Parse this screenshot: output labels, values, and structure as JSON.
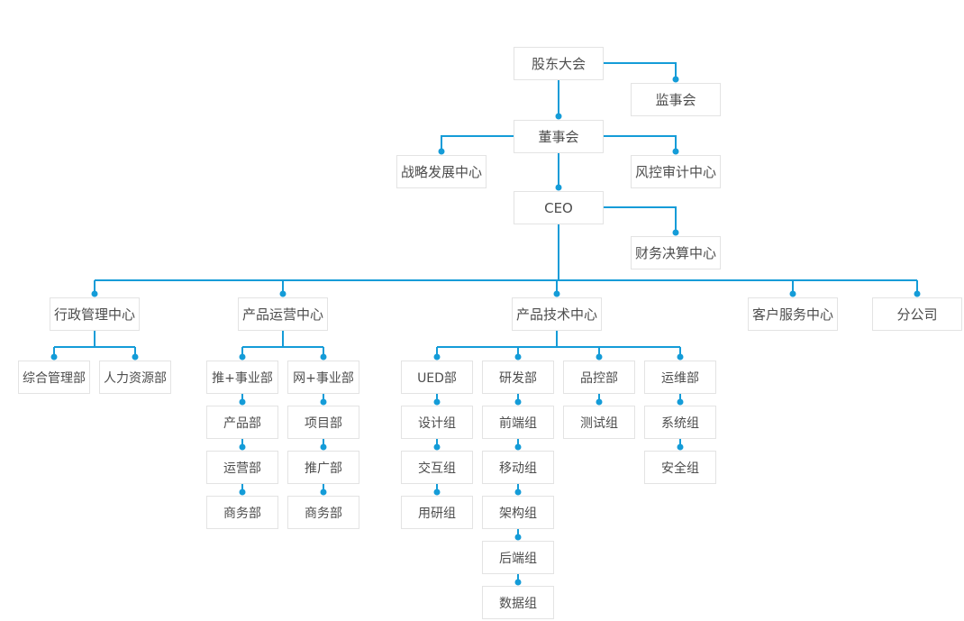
{
  "diagram_type": "org-chart",
  "colors": {
    "connector_line": "#149cd8",
    "connector_dot": "#149cd8",
    "box_border": "#e3e3e3",
    "box_background": "#ffffff",
    "text": "#4d4d4d",
    "page_background": "#ffffff"
  },
  "nodes": {
    "shareholders": {
      "label": "股东大会",
      "parent": null
    },
    "supervisory": {
      "label": "监事会",
      "parent": "shareholders"
    },
    "board": {
      "label": "董事会",
      "parent": "shareholders"
    },
    "strategy": {
      "label": "战略发展中心",
      "parent": "board"
    },
    "risk_audit": {
      "label": "风控审计中心",
      "parent": "board"
    },
    "ceo": {
      "label": "CEO",
      "parent": "board"
    },
    "finance": {
      "label": "财务决算中心",
      "parent": "ceo"
    },
    "admin_center": {
      "label": "行政管理中心",
      "parent": "ceo"
    },
    "general_management": {
      "label": "综合管理部",
      "parent": "admin_center"
    },
    "hr": {
      "label": "人力资源部",
      "parent": "admin_center"
    },
    "product_ops": {
      "label": "产品运营中心",
      "parent": "ceo"
    },
    "tui_unit": {
      "label": "推+事业部",
      "parent": "product_ops"
    },
    "product_dept": {
      "label": "产品部",
      "parent": "tui_unit"
    },
    "operations_dept": {
      "label": "运营部",
      "parent": "product_dept"
    },
    "business_dept_1": {
      "label": "商务部",
      "parent": "operations_dept"
    },
    "wang_unit": {
      "label": "网+事业部",
      "parent": "product_ops"
    },
    "project_dept": {
      "label": "项目部",
      "parent": "wang_unit"
    },
    "promotion_dept": {
      "label": "推广部",
      "parent": "project_dept"
    },
    "business_dept_2": {
      "label": "商务部",
      "parent": "promotion_dept"
    },
    "product_tech": {
      "label": "产品技术中心",
      "parent": "ceo"
    },
    "ued": {
      "label": "UED部",
      "parent": "product_tech"
    },
    "design_group": {
      "label": "设计组",
      "parent": "ued"
    },
    "interaction_group": {
      "label": "交互组",
      "parent": "design_group"
    },
    "user_research_group": {
      "label": "用研组",
      "parent": "interaction_group"
    },
    "rd": {
      "label": "研发部",
      "parent": "product_tech"
    },
    "frontend_group": {
      "label": "前端组",
      "parent": "rd"
    },
    "mobile_group": {
      "label": "移动组",
      "parent": "frontend_group"
    },
    "architecture_group": {
      "label": "架构组",
      "parent": "mobile_group"
    },
    "backend_group": {
      "label": "后端组",
      "parent": "architecture_group"
    },
    "data_group": {
      "label": "数据组",
      "parent": "backend_group"
    },
    "qc": {
      "label": "品控部",
      "parent": "product_tech"
    },
    "testing_group": {
      "label": "测试组",
      "parent": "qc"
    },
    "devops": {
      "label": "运维部",
      "parent": "product_tech"
    },
    "system_group": {
      "label": "系统组",
      "parent": "devops"
    },
    "security_group": {
      "label": "安全组",
      "parent": "system_group"
    },
    "customer_service": {
      "label": "客户服务中心",
      "parent": "ceo"
    },
    "branch": {
      "label": "分公司",
      "parent": "ceo"
    }
  }
}
